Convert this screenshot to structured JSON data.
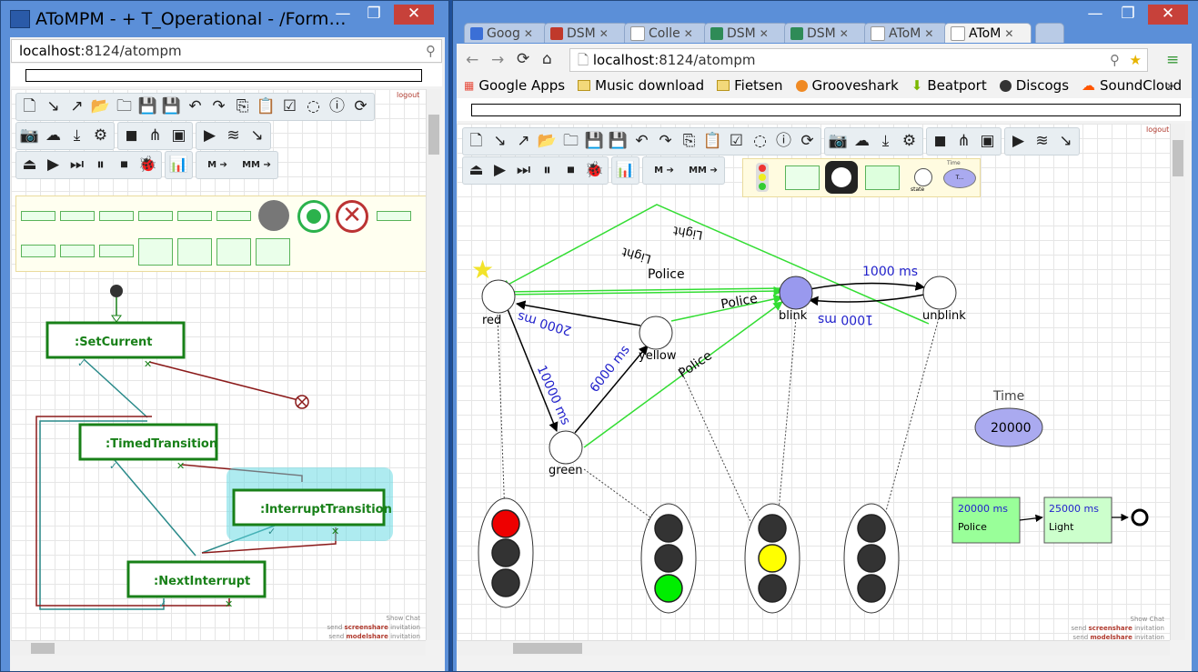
{
  "left_window": {
    "title": "AToMPM - + T_Operational - /Form…",
    "url_host": "localhost",
    "url_rest": ":8124/atompm",
    "logout": "logout",
    "chat": {
      "show": "Show Chat",
      "send1": "send",
      "screenshare": "screenshare",
      "inv1": "invitation",
      "send2": "send",
      "modelshare": "modelshare",
      "inv2": "invitation"
    },
    "diagram": {
      "rules": [
        ":SetCurrent",
        ":TimedTransition",
        ":InterruptTransition",
        ":NextInterrupt"
      ]
    }
  },
  "right_window": {
    "tabs": [
      {
        "label": "Goog",
        "color": "#3b6fd6"
      },
      {
        "label": "DSM",
        "color": "#c0392b"
      },
      {
        "label": "Colle",
        "color": "#888888"
      },
      {
        "label": "DSM",
        "color": "#2e8b57"
      },
      {
        "label": "DSM",
        "color": "#2e8b57"
      },
      {
        "label": "AToM",
        "color": "#888888"
      },
      {
        "label": "AToM",
        "color": "#888888",
        "active": true
      }
    ],
    "url_host": "localhost",
    "url_rest": ":8124/atompm",
    "bookmarks": [
      "Google Apps",
      "Music download",
      "Fietsen",
      "Grooveshark",
      "Beatport",
      "Discogs",
      "SoundCloud"
    ],
    "logout": "logout",
    "chat": {
      "show": "Show Chat",
      "send1": "send",
      "screenshare": "screenshare",
      "inv1": "invitation",
      "send2": "send",
      "modelshare": "modelshare",
      "inv2": "invitation"
    },
    "palette": {
      "state_label": "state",
      "time_label": "Time",
      "time_value": "T..."
    },
    "diagram": {
      "states": [
        "red",
        "yellow",
        "blink",
        "unblink",
        "green"
      ],
      "edge_labels": {
        "light1": "Light",
        "light2": "Light",
        "police1": "Police",
        "police2": "Police",
        "police3": "Police",
        "t2000": "2000 ms",
        "t1000a": "1000 ms",
        "t1000b": "1000 ms",
        "t10000": "10000 ms",
        "t6000": "6000 ms"
      },
      "time": {
        "label": "Time",
        "value": "20000"
      },
      "events": [
        {
          "time": "20000 ms",
          "name": "Police"
        },
        {
          "time": "25000 ms",
          "name": "Light"
        }
      ]
    }
  },
  "colors": {
    "green_rule": "#188018",
    "teal": "#2a8a8a",
    "darkred": "#8b1a1a",
    "light_green_edge": "#33dd33",
    "blink_state": "#9999ee",
    "traffic_red": "#ee0000",
    "traffic_yellow": "#ffff00",
    "traffic_green": "#00ee00",
    "highlight": "#5ed7e2"
  }
}
